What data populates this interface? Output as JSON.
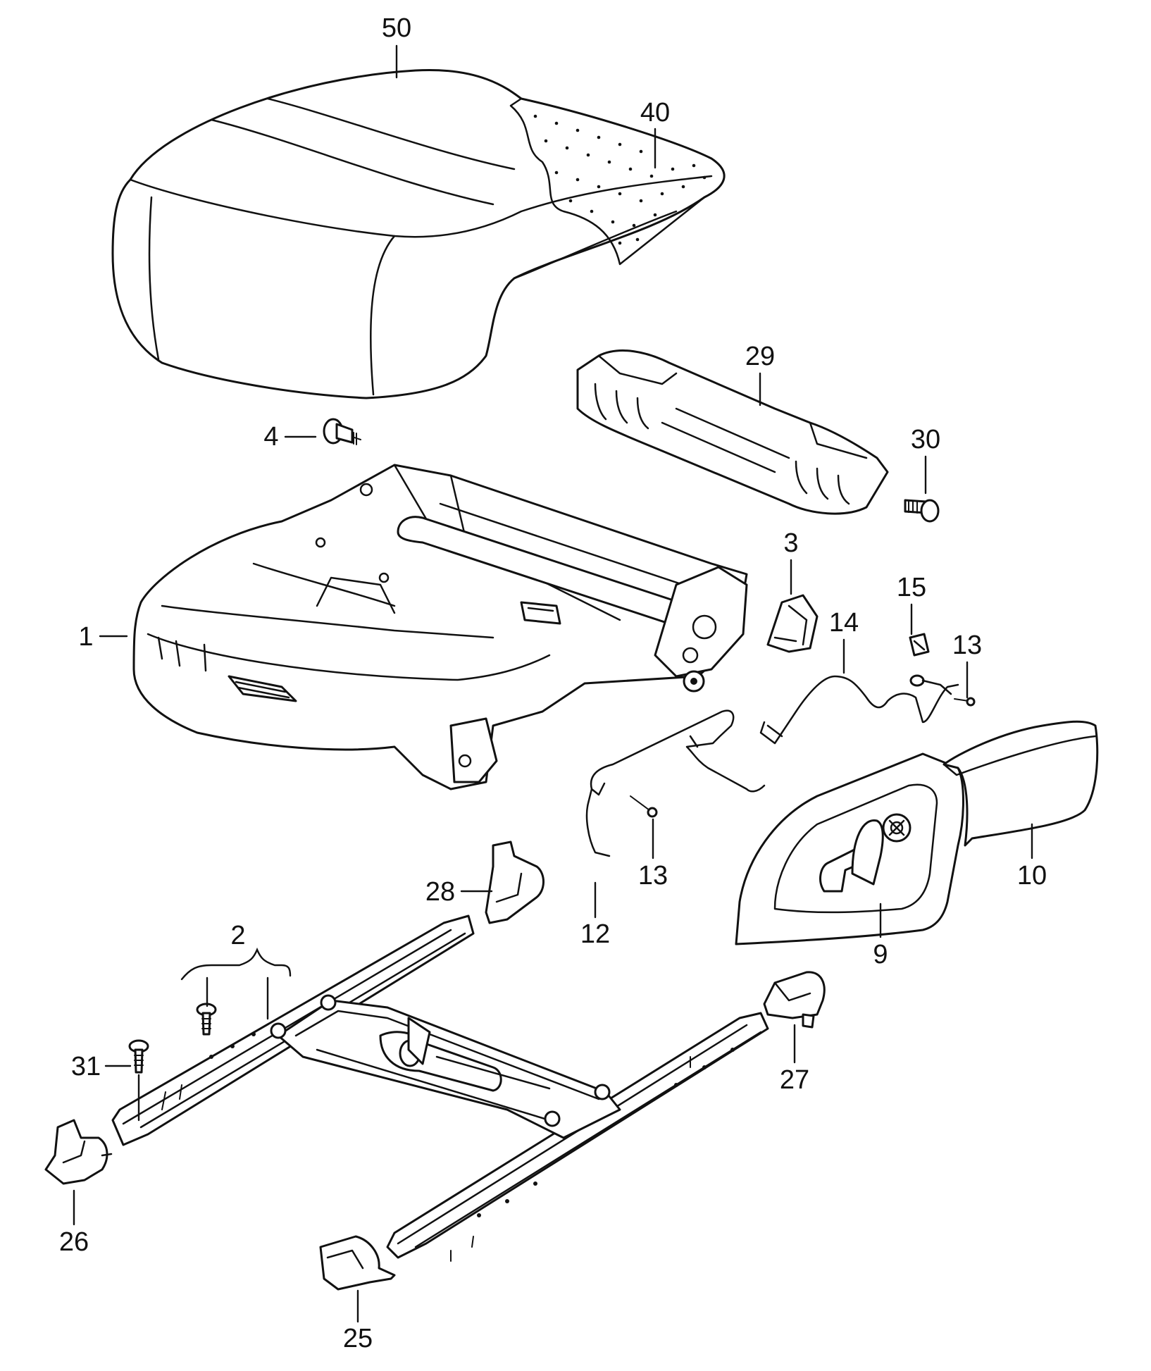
{
  "diagram": {
    "callouts": {
      "c50": "50",
      "c40": "40",
      "c29": "29",
      "c4": "4",
      "c30": "30",
      "c3": "3",
      "c15": "15",
      "c14": "14",
      "c13a": "13",
      "c1": "1",
      "c13b": "13",
      "c12": "12",
      "c10": "10",
      "c9": "9",
      "c28": "28",
      "c2": "2",
      "c31": "31",
      "c27": "27",
      "c26": "26",
      "c25": "25"
    },
    "colors": {
      "line": "#111111",
      "background": "#ffffff"
    }
  }
}
